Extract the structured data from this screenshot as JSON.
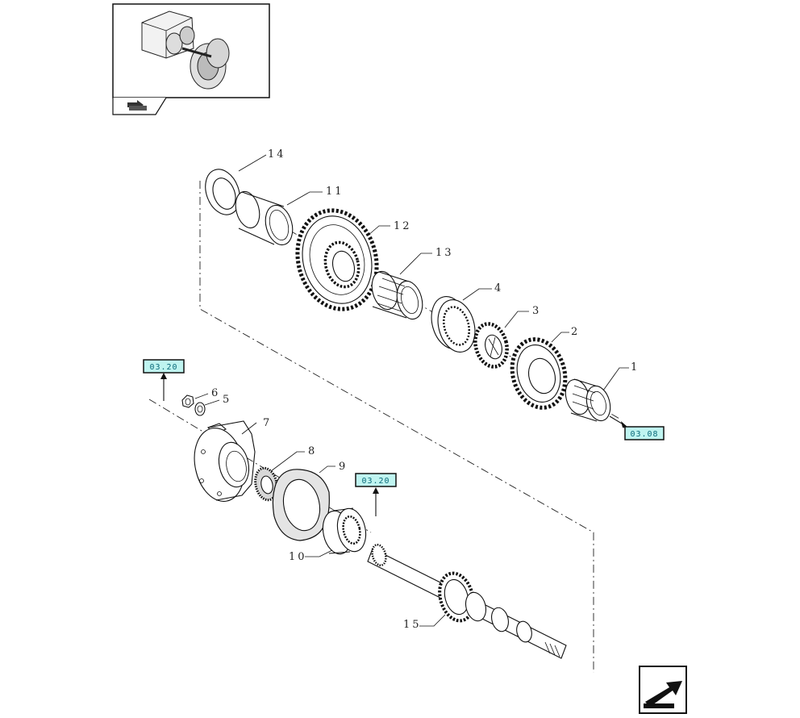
{
  "thumbnail": {
    "icon": "gearbox-assembly-thumbnail"
  },
  "nav_icon": "transmission-arrow-icon",
  "next_icon": "next-page-arrow-icon",
  "references": [
    {
      "id": "ref-top-left",
      "label": "03.20"
    },
    {
      "id": "ref-middle",
      "label": "03.20"
    },
    {
      "id": "ref-right",
      "label": "03.08"
    }
  ],
  "callouts": [
    {
      "id": "1",
      "label": "1"
    },
    {
      "id": "2",
      "label": "2"
    },
    {
      "id": "3",
      "label": "3"
    },
    {
      "id": "4",
      "label": "4"
    },
    {
      "id": "5",
      "label": "5"
    },
    {
      "id": "6",
      "label": "6"
    },
    {
      "id": "7",
      "label": "7"
    },
    {
      "id": "8",
      "label": "8"
    },
    {
      "id": "9",
      "label": "9"
    },
    {
      "id": "10",
      "label": "10"
    },
    {
      "id": "11",
      "label": "11"
    },
    {
      "id": "12",
      "label": "12"
    },
    {
      "id": "13",
      "label": "13"
    },
    {
      "id": "14",
      "label": "14"
    },
    {
      "id": "15",
      "label": "15"
    }
  ]
}
